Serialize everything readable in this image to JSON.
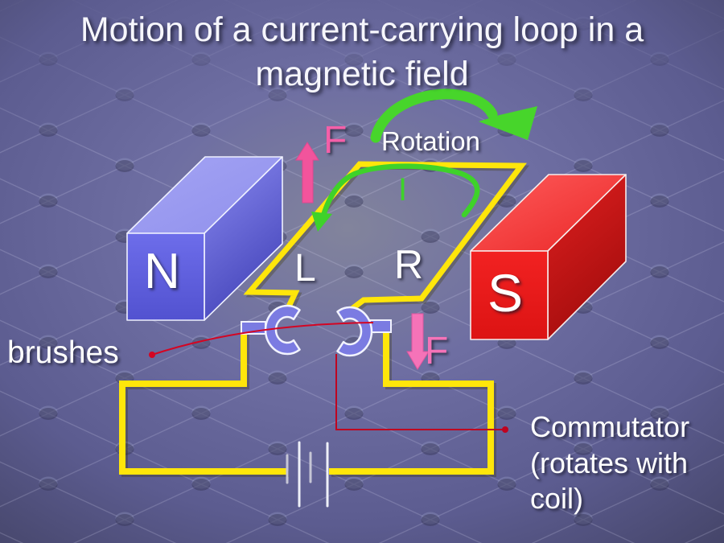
{
  "title": "Motion of a current-carrying loop in a magnetic field",
  "labels": {
    "rotation": "Rotation",
    "current": "I",
    "force_up": "F",
    "force_down": "F",
    "left_arm": "L",
    "right_arm": "R",
    "north_pole": "N",
    "south_pole": "S",
    "brushes": "brushes",
    "commutator": "Commutator (rotates with coil)"
  },
  "colors": {
    "background_slate": "#63639a",
    "wire_yellow": "#ffe60a",
    "arrow_green": "#45d72b",
    "force_pink": "#f2599f",
    "commutator_blue": "#7b7be2",
    "north_magnet_blue": "#6262e0",
    "south_magnet_red": "#ee1c1c",
    "pointer_red": "#cf0423",
    "text_white": "#ffffff"
  }
}
